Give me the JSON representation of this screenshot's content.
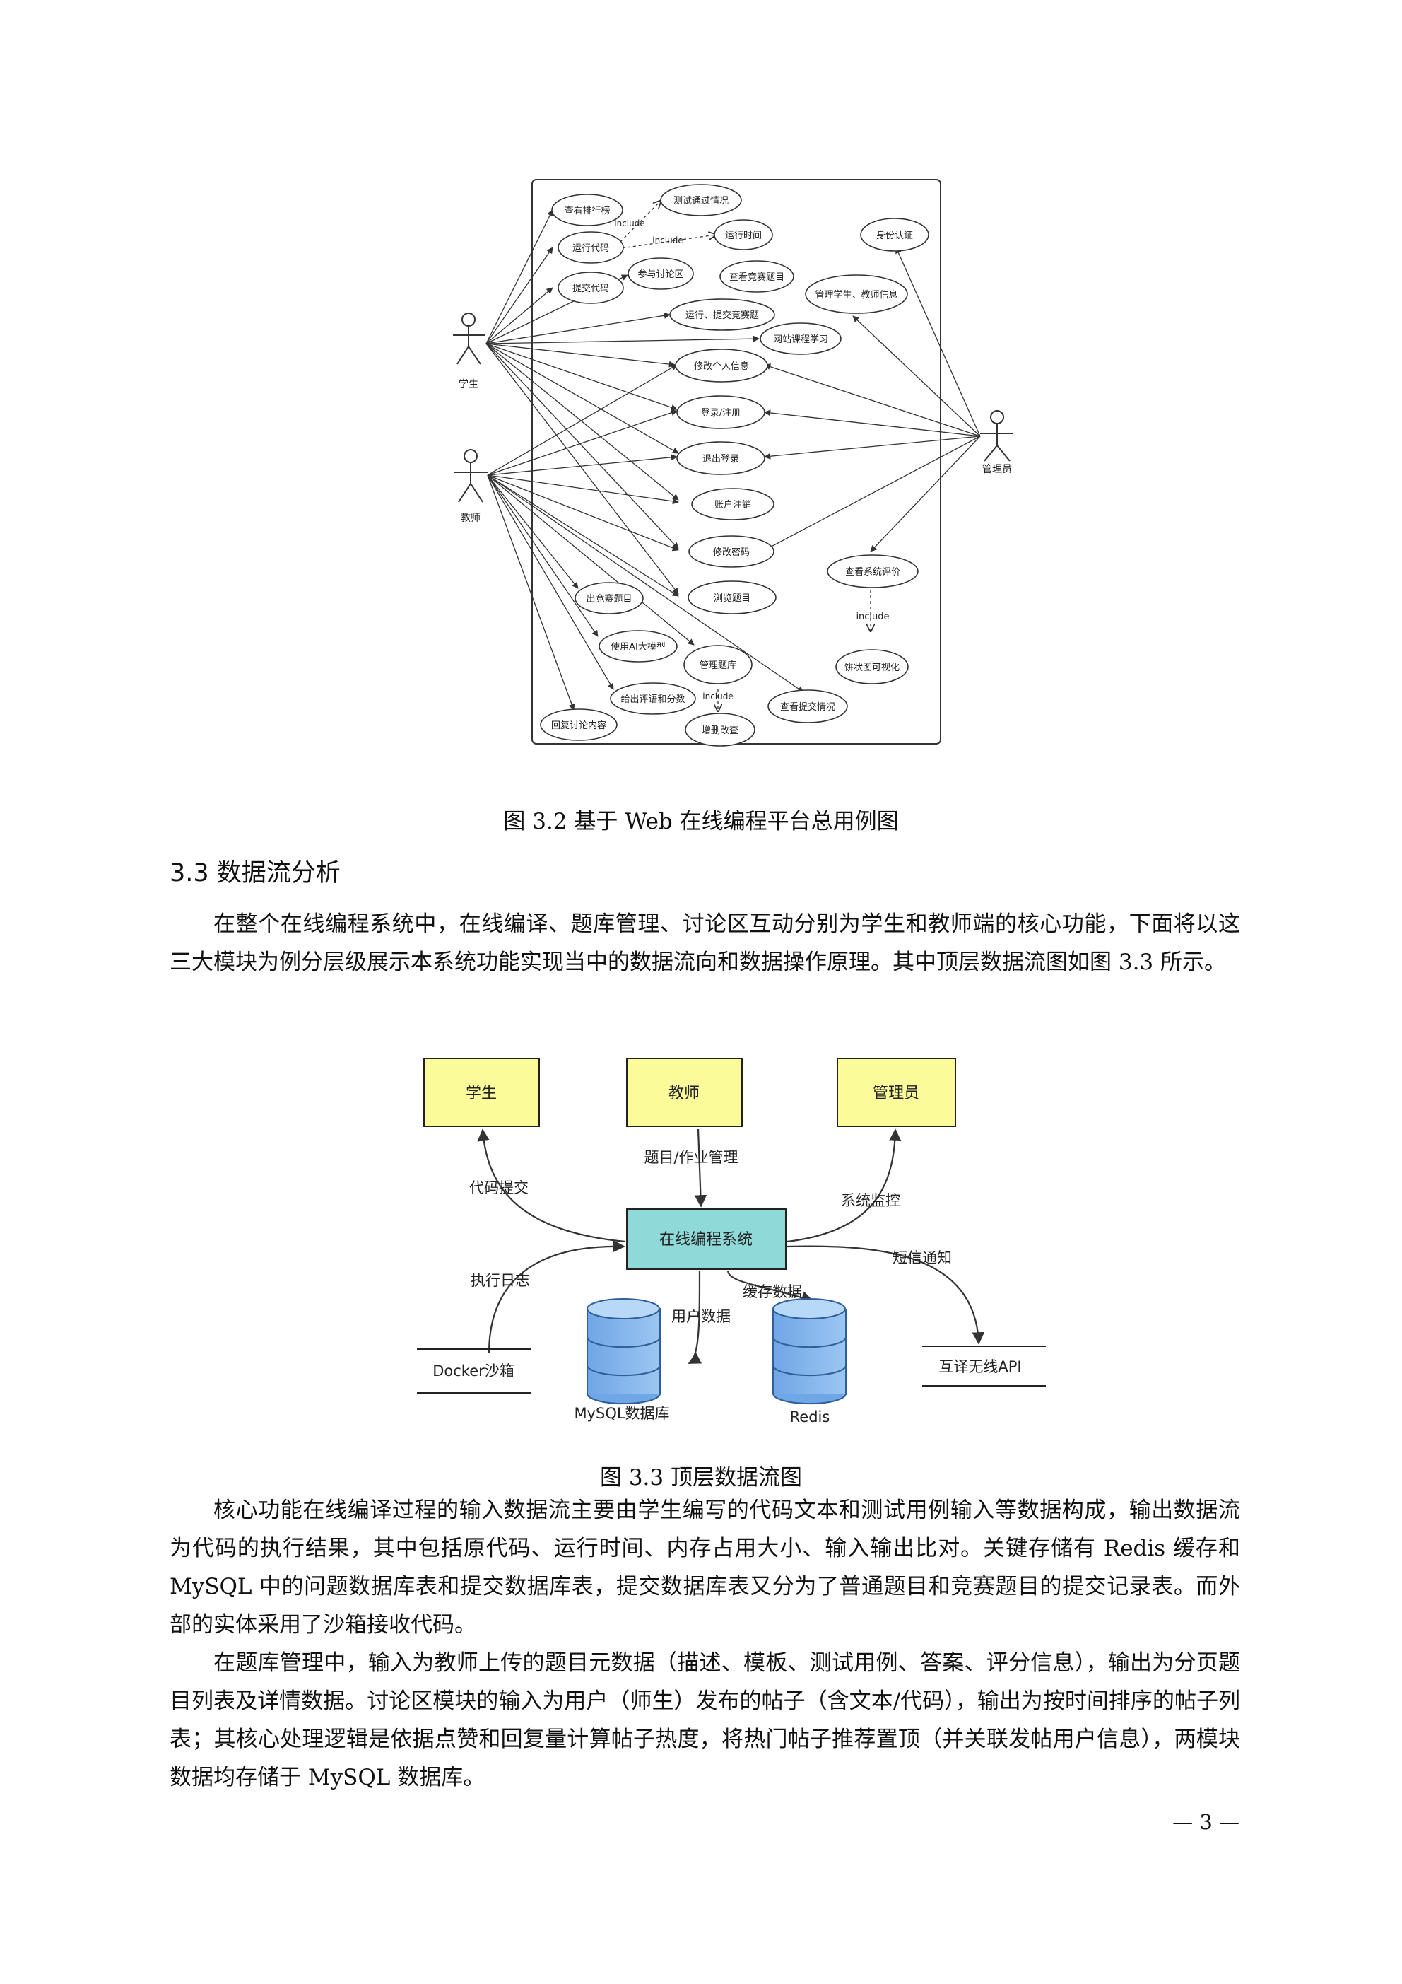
{
  "figure_32": {
    "caption": "图  3.2 基于 Web 在线编程平台总用例图",
    "actors": {
      "student": "学生",
      "teacher": "教师",
      "admin": "管理员"
    },
    "use_cases": [
      "查看排行榜",
      "测试通过情况",
      "运行代码",
      "运行时间",
      "参与讨论区",
      "提交代码",
      "查看竞赛题目",
      "运行、提交竞赛题",
      "网站课程学习",
      "修改个人信息",
      "登录/注册",
      "退出登录",
      "账户注销",
      "修改密码",
      "浏览题目",
      "出竞赛题目",
      "使用AI大模型",
      "管理题库",
      "给出评语和分数",
      "回复讨论内容",
      "增删改查",
      "查看提交情况",
      "身份认证",
      "管理学生、教师信息",
      "查看系统评价",
      "饼状图可视化"
    ],
    "include_label": "include"
  },
  "section": {
    "title": "3.3 数据流分析"
  },
  "paragraph1": "在整个在线编程系统中，在线编译、题库管理、讨论区互动分别为学生和教师端的核心功能，下面将以这三大模块为例分层级展示本系统功能实现当中的数据流向和数据操作原理。其中顶层数据流图如图 3.3 所示。",
  "figure_33": {
    "caption": "图  3.3  顶层数据流图",
    "entities": {
      "student": "学生",
      "teacher": "教师",
      "admin": "管理员"
    },
    "center": "在线编程系统",
    "flows": {
      "code_submit": "代码提交",
      "question_manage": "题目/作业管理",
      "monitor": "系统监控",
      "exec_log": "执行日志",
      "sms": "短信通知",
      "user_data": "用户数据",
      "cache_data": "缓存数据"
    },
    "stores": {
      "docker": "Docker沙箱",
      "mysql": "MySQL数据库",
      "redis": "Redis",
      "api": "互译无线API"
    }
  },
  "paragraph2": "核心功能在线编译过程的输入数据流主要由学生编写的代码文本和测试用例输入等数据构成，输出数据流为代码的执行结果，其中包括原代码、运行时间、内存占用大小、输入输出比对。关键存储有 Redis 缓存和 MySQL 中的问题数据库表和提交数据库表，提交数据库表又分为了普通题目和竞赛题目的提交记录表。而外部的实体采用了沙箱接收代码。",
  "paragraph3": "在题库管理中，输入为教师上传的题目元数据（描述、模板、测试用例、答案、评分信息），输出为分页题目列表及详情数据。讨论区模块的输入为用户（师生）发布的帖子（含文本/代码），输出为按时间排序的帖子列表；其核心处理逻辑是依据点赞和回复量计算帖子热度，将热门帖子推荐置顶（并关联发帖用户信息），两模块数据均存储于 MySQL 数据库。",
  "page_number": "— 3 —"
}
